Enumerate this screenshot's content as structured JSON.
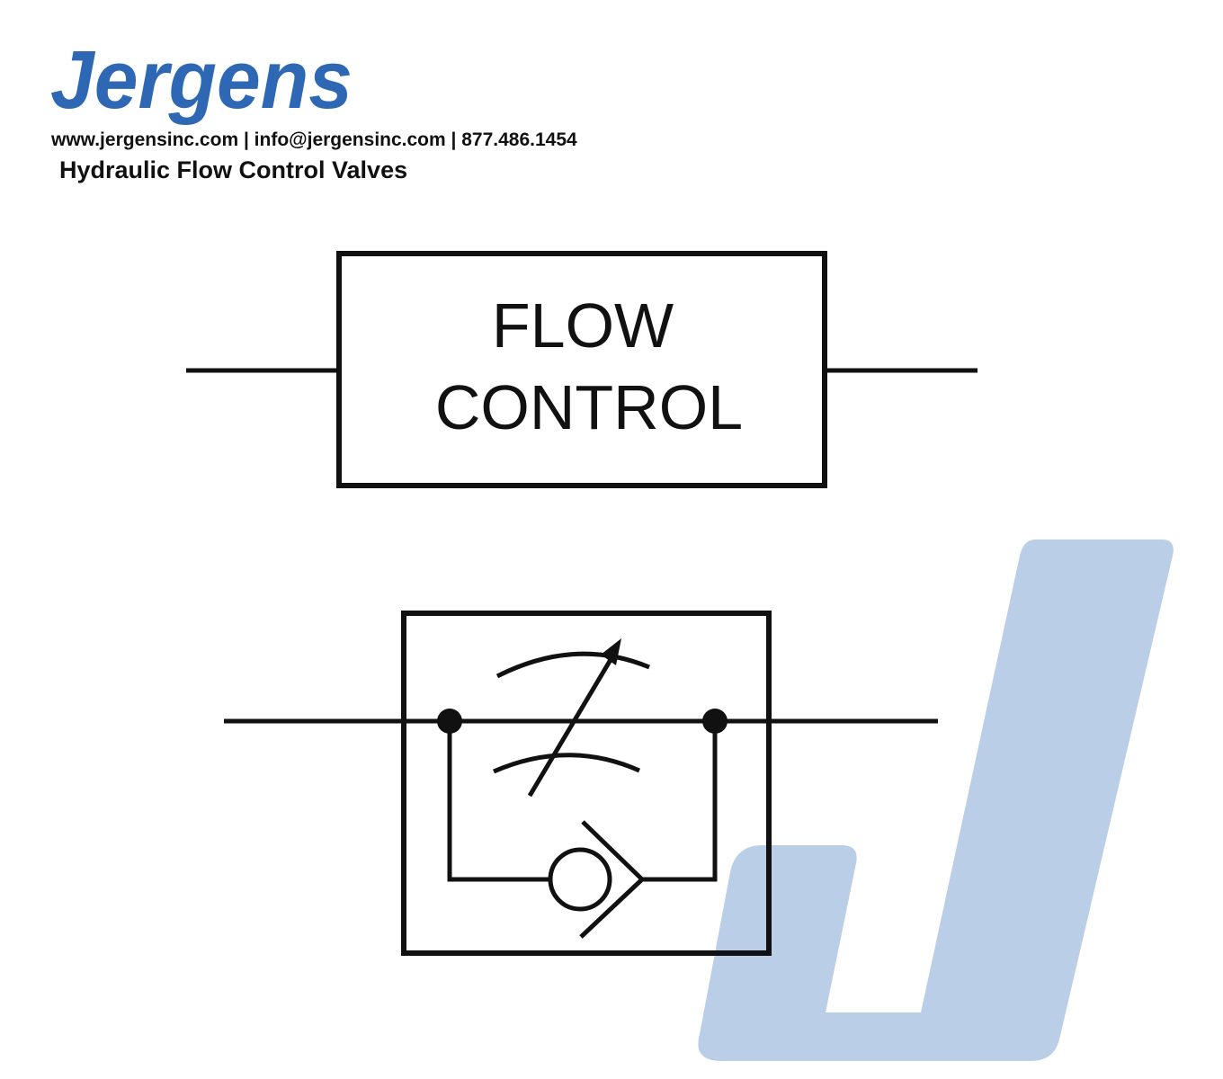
{
  "header": {
    "logo_text": "Jergens",
    "contact_line": "www.jergensinc.com | info@jergensinc.com | 877.486.1454",
    "title": "Hydraulic Flow Control Valves"
  },
  "symbol_general": {
    "label_line1": "FLOW",
    "label_line2": "CONTROL"
  },
  "colors": {
    "brand_blue": "#2e68b4",
    "watermark_blue": "#b6cbe6",
    "line_black": "#111111"
  }
}
